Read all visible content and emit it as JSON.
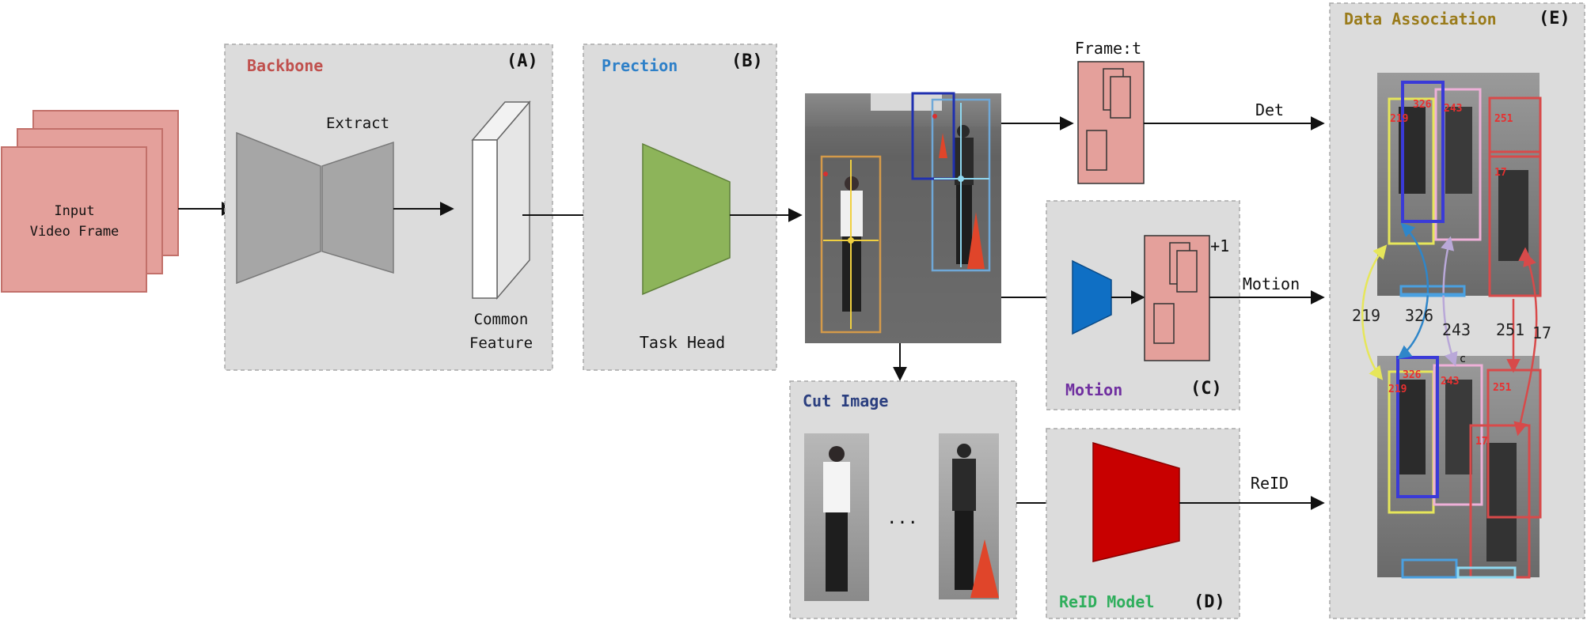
{
  "input": {
    "line1": "Input",
    "line2": "Video Frame"
  },
  "panel_a": {
    "title": "Backbone",
    "tag": "(A)",
    "extract_label": "Extract",
    "feature_line1": "Common",
    "feature_line2": "Feature"
  },
  "panel_b": {
    "title": "Prection",
    "tag": "(B)",
    "head_label": "Task Head"
  },
  "frame_t": {
    "label": "Frame:t",
    "arrow_label": "Det"
  },
  "panel_c": {
    "title": "Motion",
    "tag": "(C)",
    "frame_label": "Frame:t+1",
    "arrow_label": "Motion"
  },
  "cut": {
    "title": "Cut Image",
    "ellipsis": "..."
  },
  "panel_d": {
    "title": "ReID Model",
    "tag": "(D)",
    "arrow_label": "ReID"
  },
  "panel_e": {
    "title": "Data Association",
    "tag": "(E)",
    "track_ids": [
      "219",
      "326",
      "243",
      "251",
      "17"
    ],
    "top_box_labels": [
      "326",
      "243",
      "251",
      "17",
      "219"
    ],
    "bottom_box_labels": [
      "326",
      "243",
      "251",
      "17",
      "219"
    ],
    "cursor_label": "c"
  },
  "colors": {
    "frame_fill": "#e4a09b",
    "frame_stroke": "#c2706a",
    "panel_fill": "#dcdcdc",
    "panel_border": "#a8a8a8",
    "trapezoid_gray": "#a6a6a6",
    "task_head": "#8db45a",
    "motion_model": "#0f6fc4",
    "reid_model": "#c80000",
    "title_backbone": "#c0504d",
    "title_prection": "#2e80c8",
    "title_cut": "#2b3f7f",
    "title_motion": "#7030a0",
    "title_reid": "#2fae5c",
    "title_assoc": "#9a7b1a",
    "track_219": "#e6e65a",
    "track_326": "#3a3ad8",
    "track_243": "#eeb0d8",
    "track_251": "#d84a4a",
    "track_17": "#d84a4a"
  }
}
